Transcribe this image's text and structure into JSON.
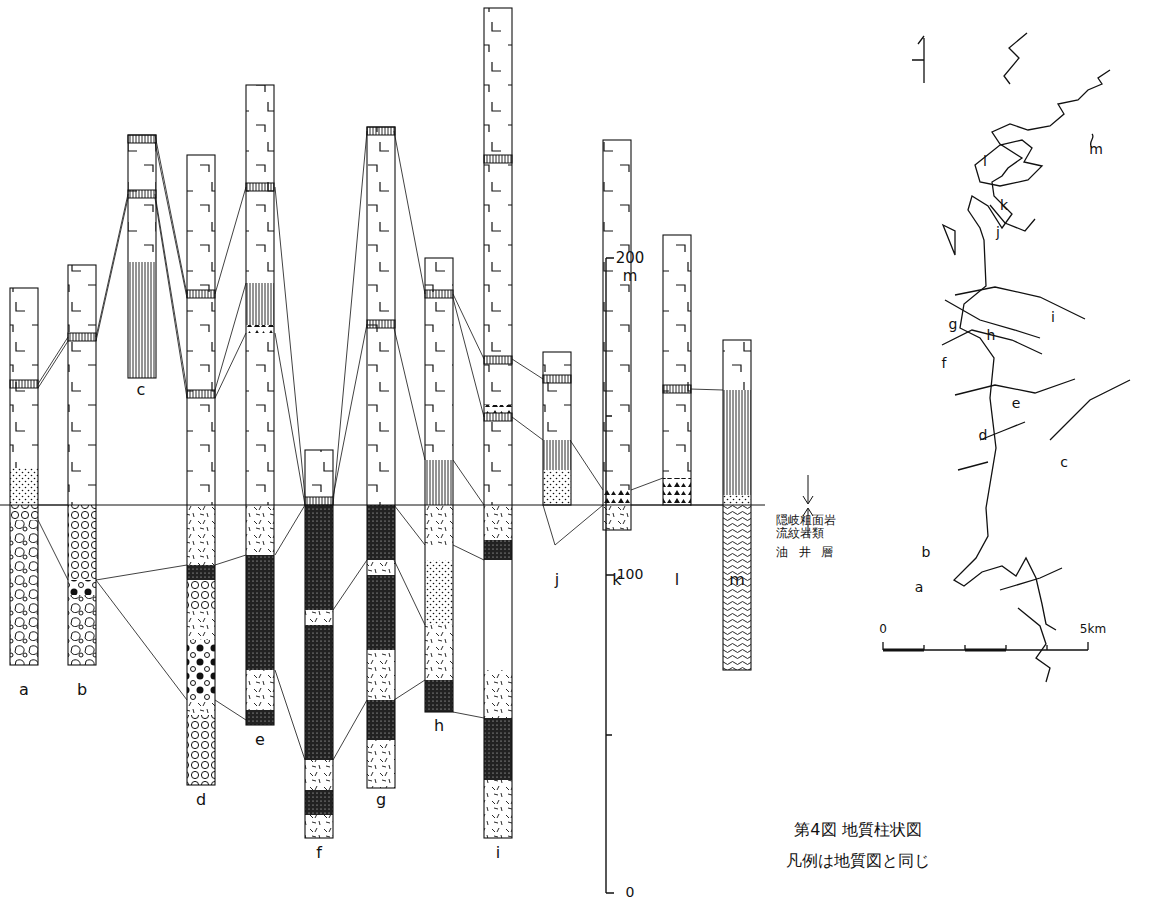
{
  "diagram": {
    "caption": "第4図 地質柱状図",
    "labels": [
      "a",
      "b",
      "c",
      "d",
      "e",
      "f",
      "g",
      "h",
      "i",
      "j",
      "k",
      "l",
      "m",
      "隠岐粗面岩 流紋岩類",
      "油井層",
      "200",
      "m",
      "100",
      "0",
      "a",
      "b",
      "c",
      "d",
      "e",
      "f",
      "g",
      "h",
      "i",
      "j",
      "k",
      "l",
      "m",
      "0",
      "5km",
      "凡例は地質図と同じ"
    ]
  }
}
